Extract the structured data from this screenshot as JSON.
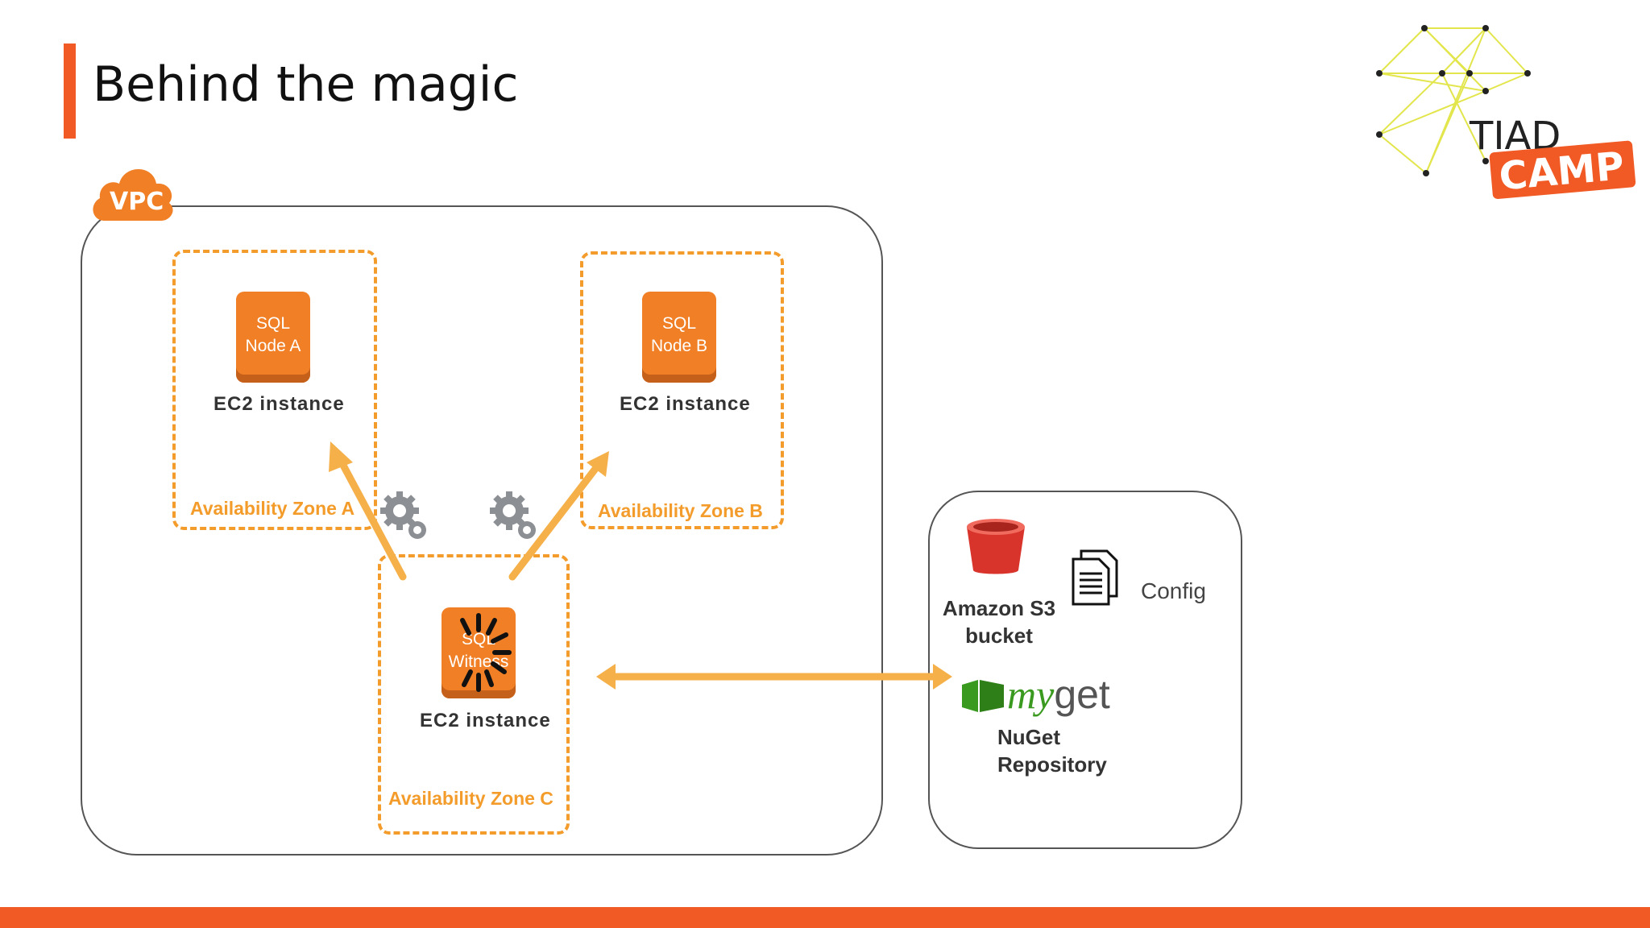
{
  "slide": {
    "title": "Behind the magic",
    "accent_color": "#f15a24"
  },
  "logo": {
    "line1": "TIAD",
    "line2": "CAMP"
  },
  "diagram": {
    "vpc_label": "VPC",
    "zones": [
      {
        "label": "Availability Zone A",
        "node_line1": "SQL",
        "node_line2": "Node A",
        "instance_label": "EC2 instance"
      },
      {
        "label": "Availability Zone B",
        "node_line1": "SQL",
        "node_line2": "Node B",
        "instance_label": "EC2 instance"
      },
      {
        "label": "Availability Zone C",
        "node_line1": "SQL",
        "node_line2": "Witness",
        "instance_label": "EC2 instance"
      }
    ],
    "resources": {
      "s3_line1": "Amazon S3",
      "s3_line2": "bucket",
      "config": "Config",
      "myget_my": "my",
      "myget_get": "get",
      "nuget_line1": "NuGet",
      "nuget_line2": "Repository"
    },
    "colors": {
      "zone_border": "#f39c2b",
      "node_fill": "#f07f25",
      "arrow": "#f5b04a",
      "s3_bucket": "#d9342b",
      "myget_green": "#3a9a1f"
    },
    "icons": [
      "cloud-icon",
      "gear-icon",
      "bucket-icon",
      "document-icon",
      "myget-logo-icon",
      "spinner-icon"
    ]
  }
}
